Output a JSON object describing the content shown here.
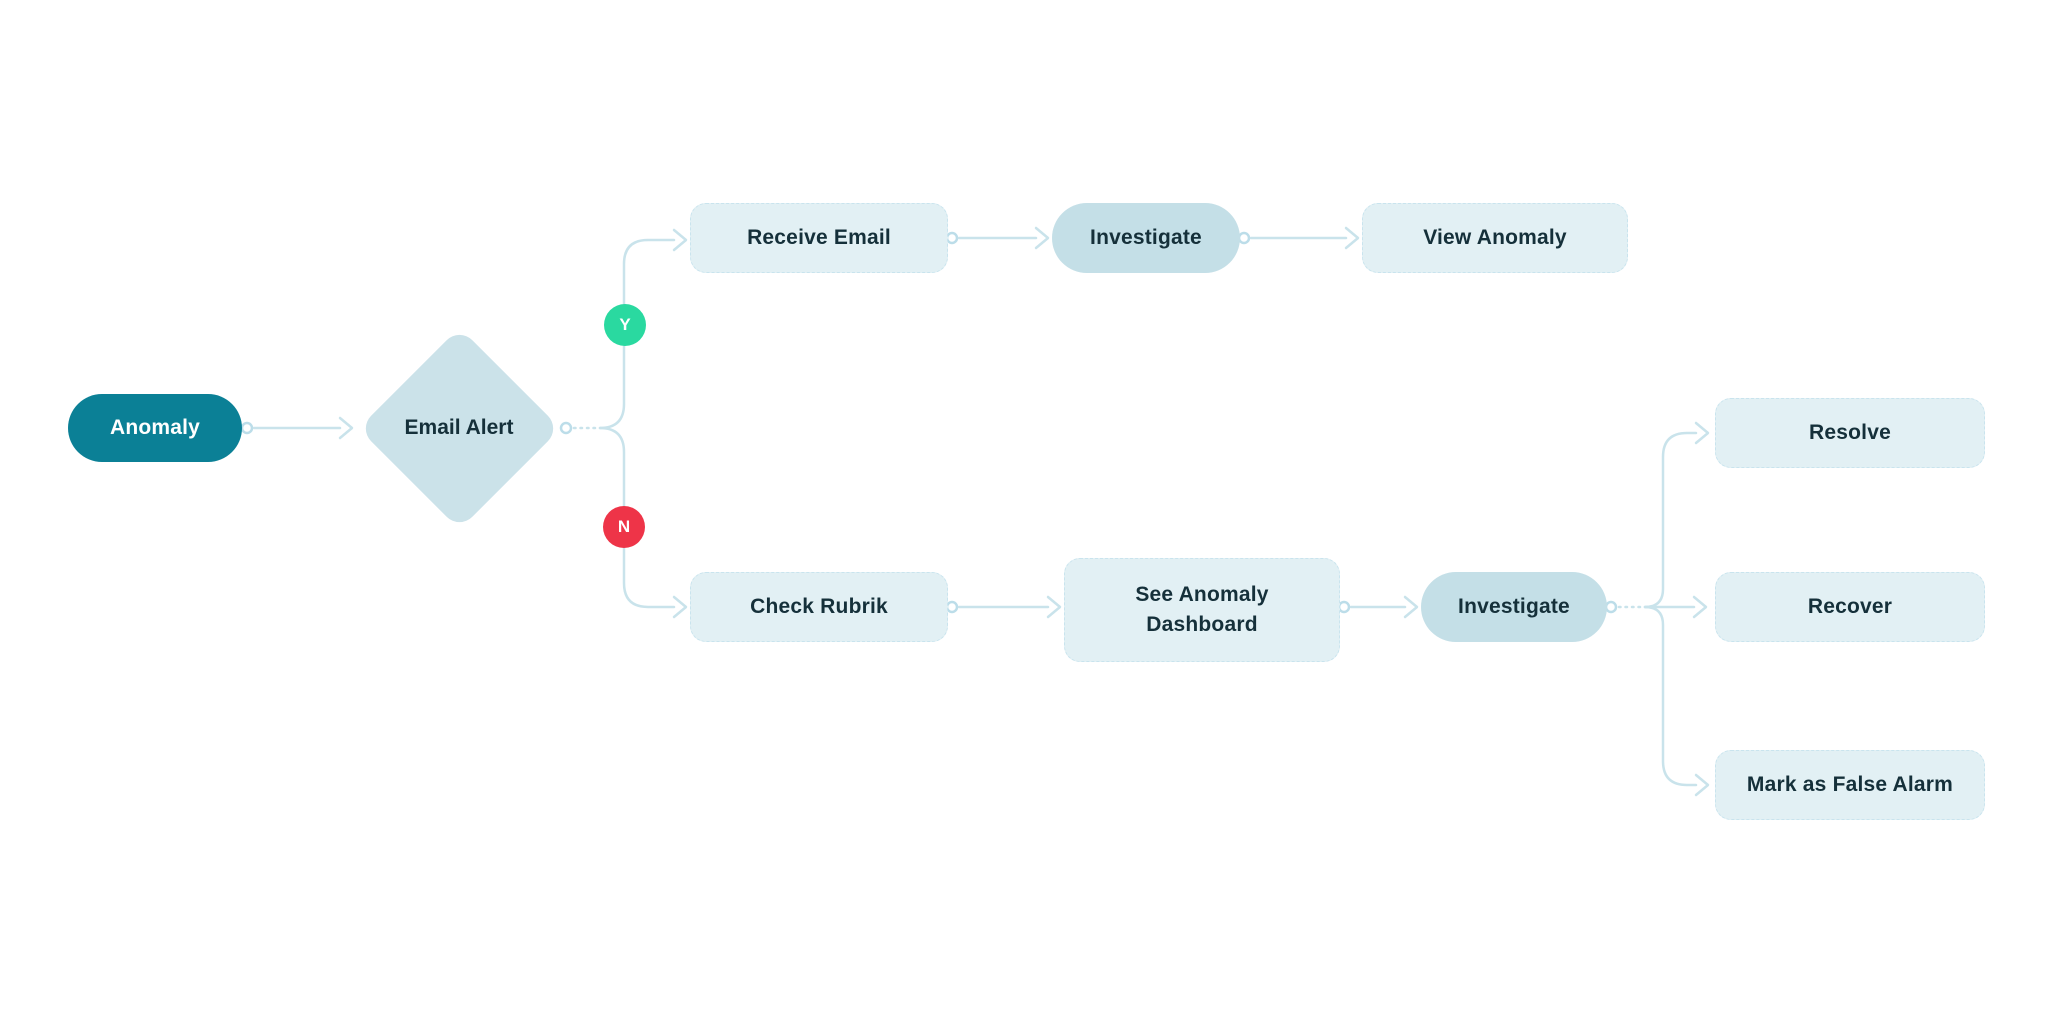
{
  "diagram": {
    "type": "flowchart",
    "colors": {
      "background": "#ffffff",
      "start_node_fill": "#0b8096",
      "start_node_text": "#ffffff",
      "decision_fill": "#cbe2e9",
      "task_pill_fill": "#c4dfe7",
      "process_fill": "#e2f0f4",
      "node_text": "#15303a",
      "connector": "#c9e3eb",
      "yes_badge": "#2ad9a0",
      "no_badge": "#ee3448",
      "badge_text": "#ffffff"
    }
  },
  "nodes": {
    "anomaly": {
      "label": "Anomaly",
      "type": "start"
    },
    "email_alert": {
      "label": "Email Alert",
      "type": "decision"
    },
    "receive_email": {
      "label": "Receive Email",
      "type": "process"
    },
    "investigate_top": {
      "label": "Investigate",
      "type": "task"
    },
    "view_anomaly": {
      "label": "View Anomaly",
      "type": "process"
    },
    "check_rubrik": {
      "label": "Check Rubrik",
      "type": "process"
    },
    "see_anomaly_dashboard": {
      "label": "See Anomaly Dashboard",
      "type": "process"
    },
    "investigate_bottom": {
      "label": "Investigate",
      "type": "task"
    },
    "resolve": {
      "label": "Resolve",
      "type": "process"
    },
    "recover": {
      "label": "Recover",
      "type": "process"
    },
    "mark_as_false_alarm": {
      "label": "Mark as False Alarm",
      "type": "process"
    }
  },
  "edge_labels": {
    "yes": {
      "label": "Y"
    },
    "no": {
      "label": "N"
    }
  }
}
